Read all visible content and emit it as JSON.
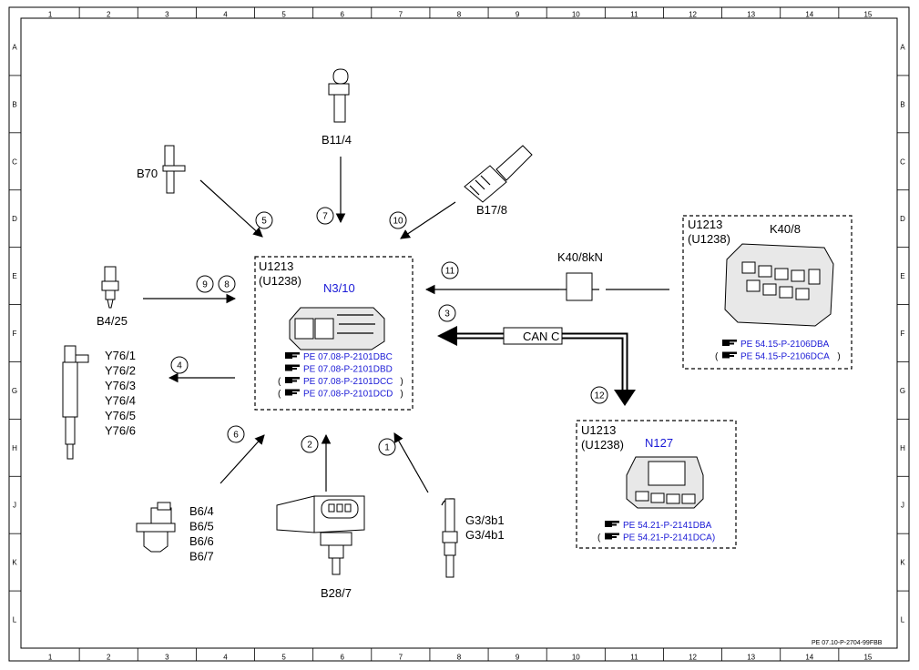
{
  "grid": {
    "columns": [
      "1",
      "2",
      "3",
      "4",
      "5",
      "6",
      "7",
      "8",
      "9",
      "10",
      "11",
      "12",
      "13",
      "14",
      "15"
    ],
    "rows": [
      "A",
      "B",
      "C",
      "D",
      "E",
      "F",
      "G",
      "H",
      "J",
      "K",
      "L"
    ]
  },
  "components": {
    "b11_4": "B11/4",
    "b70": "B70",
    "b17_8": "B17/8",
    "b4_25": "B4/25",
    "y76": [
      "Y76/1",
      "Y76/2",
      "Y76/3",
      "Y76/4",
      "Y76/5",
      "Y76/6"
    ],
    "b6": [
      "B6/4",
      "B6/5",
      "B6/6",
      "B6/7"
    ],
    "b28_7": "B28/7",
    "g3": [
      "G3/3b1",
      "G3/4b1"
    ],
    "k40_8kn": "K40/8kN",
    "can_c": "CAN C"
  },
  "ecm": {
    "u1": "U1213",
    "u2": "(U1238)",
    "name": "N3/10",
    "refs": [
      {
        "prefix": "",
        "text": "PE 07.08-P-2101DBC",
        "suffix": ""
      },
      {
        "prefix": "",
        "text": "PE 07.08-P-2101DBD",
        "suffix": ""
      },
      {
        "prefix": "(",
        "text": "PE 07.08-P-2101DCC",
        "suffix": ")"
      },
      {
        "prefix": "(",
        "text": "PE 07.08-P-2101DCD",
        "suffix": ")"
      }
    ]
  },
  "k40box": {
    "u1": "U1213",
    "u2": "(U1238)",
    "name": "K40/8",
    "refs": [
      {
        "prefix": "",
        "text": "PE 54.15-P-2106DBA",
        "suffix": ""
      },
      {
        "prefix": "(",
        "text": "PE 54.15-P-2106DCA",
        "suffix": ")"
      }
    ]
  },
  "n127box": {
    "u1": "U1213",
    "u2": "(U1238)",
    "name": "N127",
    "refs": [
      {
        "prefix": "",
        "text": "PE 54.21-P-2141DBA",
        "suffix": ""
      },
      {
        "prefix": "(",
        "text": "PE 54.21-P-2141DCA)",
        "suffix": ""
      }
    ]
  },
  "signals": [
    "1",
    "2",
    "3",
    "4",
    "5",
    "6",
    "7",
    "8",
    "9",
    "10",
    "11",
    "12"
  ],
  "footer_code": "PE 07.10-P-2704-99FBB",
  "colors": {
    "link": "#1a1ad6",
    "line": "#000000"
  }
}
